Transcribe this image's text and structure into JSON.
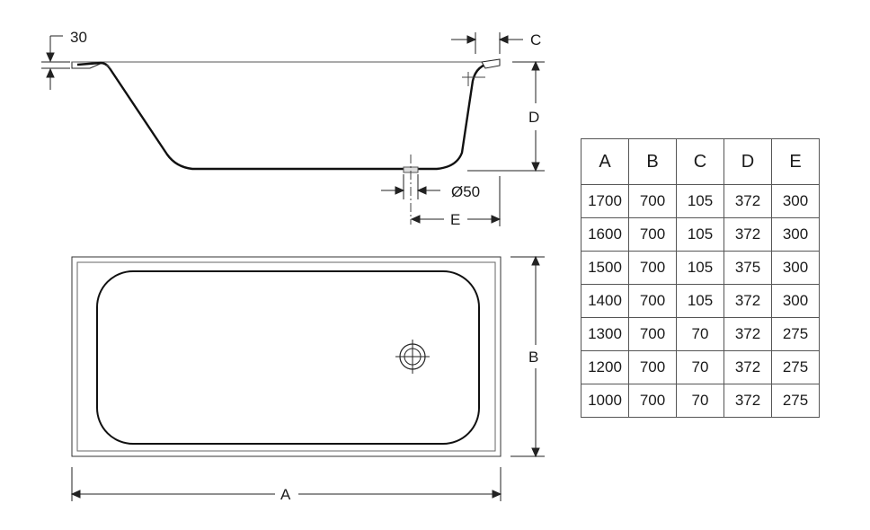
{
  "side_view": {
    "label_depth_rim": "30",
    "label_c": "C",
    "label_d": "D",
    "label_drain": "Ø50",
    "label_e": "E"
  },
  "top_view": {
    "label_a": "A",
    "label_b": "B"
  },
  "table": {
    "headers": [
      "A",
      "B",
      "C",
      "D",
      "E"
    ],
    "rows": [
      [
        "1700",
        "700",
        "105",
        "372",
        "300"
      ],
      [
        "1600",
        "700",
        "105",
        "372",
        "300"
      ],
      [
        "1500",
        "700",
        "105",
        "375",
        "300"
      ],
      [
        "1400",
        "700",
        "105",
        "372",
        "300"
      ],
      [
        "1300",
        "700",
        "70",
        "372",
        "275"
      ],
      [
        "1200",
        "700",
        "70",
        "372",
        "275"
      ],
      [
        "1000",
        "700",
        "70",
        "372",
        "275"
      ]
    ]
  }
}
